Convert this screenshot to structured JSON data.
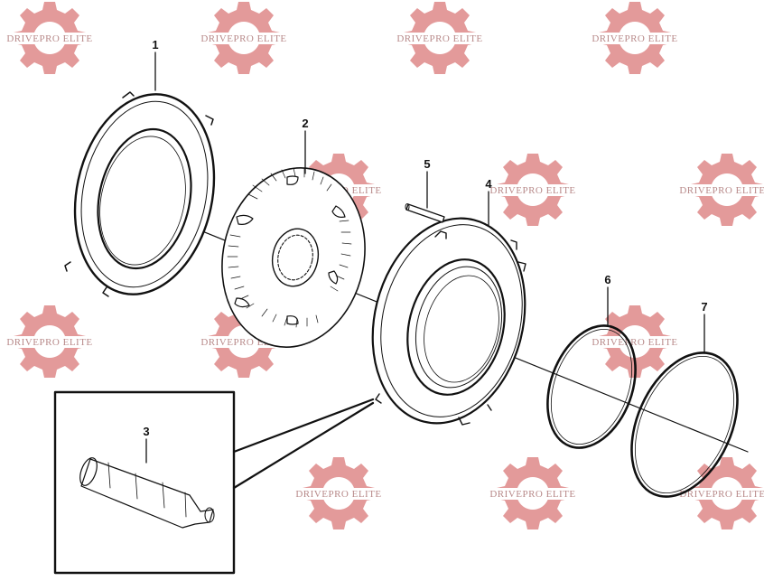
{
  "watermark": {
    "text": "DRIVEPRO ELITE",
    "gear_color": "#e39a9a",
    "text_color": "#b88a8a"
  },
  "callouts": [
    "1",
    "2",
    "3",
    "4",
    "5",
    "6",
    "7"
  ],
  "colors": {
    "line": "#111111",
    "paper": "#ffffff"
  }
}
